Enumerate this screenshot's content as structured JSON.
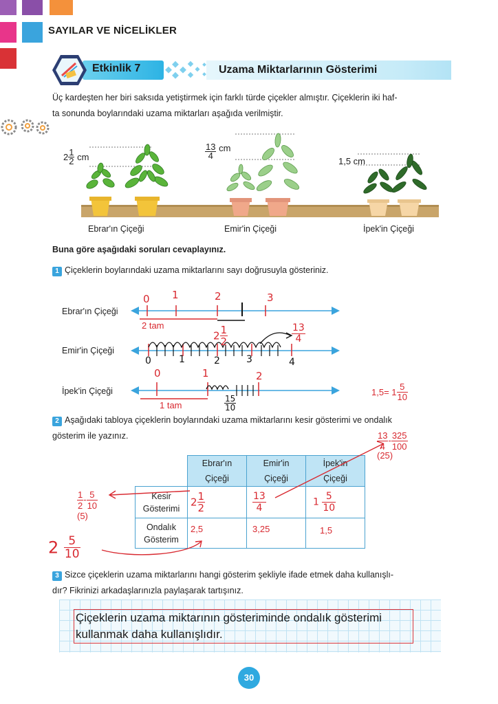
{
  "header": {
    "section_title": "SAYILAR VE NİCELİKLER",
    "color_squares": [
      "#9c5fb5",
      "#8a4fa8",
      "#f4913b",
      "#e8358a",
      "#3aa4dd",
      "#d93236"
    ]
  },
  "activity": {
    "label": "Etkinlik 7",
    "title": "Uzama Miktarlarının Gösterimi",
    "intro_line1": "Üç kardeşten her biri saksıda yetiştirmek için farklı türde çiçekler almıştır. Çiçeklerin iki haf-",
    "intro_line2": "ta sonunda boylarındaki uzama miktarları aşağıda verilmiştir."
  },
  "plants": {
    "ebrar": {
      "whole": "2",
      "num": "1",
      "den": "2",
      "unit": "cm",
      "caption": "Ebrar'ın Çiçeği"
    },
    "emir": {
      "num": "13",
      "den": "4",
      "unit": "cm",
      "caption": "Emir'in Çiçeği"
    },
    "ipek": {
      "value": "1,5 cm",
      "caption": "İpek'in Çiçeği"
    }
  },
  "instructions": "Buna göre aşağıdaki soruları cevaplayınız.",
  "q1": {
    "number": "1",
    "text": "Çiçeklerin boylarındaki uzama miktarlarını sayı doğrusuyla gösteriniz.",
    "lines": {
      "ebrar": {
        "label": "Ebrar'ın Çiçeği",
        "ticks": [
          "0",
          "1",
          "2",
          "3"
        ],
        "note": "2 tam",
        "mark_whole": "2",
        "mark_num": "1",
        "mark_den": "2"
      },
      "emir": {
        "label": "Emir'in Çiçeği",
        "ticks": [
          "0",
          "1",
          "2",
          "3",
          "4"
        ],
        "mark_num": "13",
        "mark_den": "4"
      },
      "ipek": {
        "label": "İpek'in Çiçeği",
        "ticks": [
          "0",
          "1",
          "2"
        ],
        "note": "1 tam",
        "mark_num": "15",
        "mark_den": "10",
        "equation_left": "1,5= 1",
        "equation_num": "5",
        "equation_den": "10"
      }
    }
  },
  "q2": {
    "number": "2",
    "text_line1": "Aşağıdaki tabloya çiçeklerin boylarındaki uzama miktarlarını kesir gösterimi ve ondalık",
    "text_line2": "gösterim ile yazınız.",
    "table": {
      "col1_a": "Ebrar'ın",
      "col1_b": "Çiçeği",
      "col2_a": "Emir'in",
      "col2_b": "Çiçeği",
      "col3_a": "İpek'in",
      "col3_b": "Çiçeği",
      "row1_a": "Kesir",
      "row1_b": "Gösterimi",
      "row2_a": "Ondalık",
      "row2_b": "Gösterim",
      "frac_ebrar": {
        "whole": "2",
        "num": "1",
        "den": "2"
      },
      "frac_emir": {
        "num": "13",
        "den": "4"
      },
      "frac_ipek": {
        "whole": "1",
        "num": "5",
        "den": "10"
      },
      "dec_ebrar": "2,5",
      "dec_emir": "3,25",
      "dec_ipek": "1,5"
    },
    "note_left": {
      "n1": "1",
      "d1": "2",
      "n2": "5",
      "d2": "10",
      "mult": "(5)"
    },
    "note_right": {
      "n1": "13",
      "d1": "4",
      "n2": "325",
      "d2": "100",
      "mult": "(25)"
    },
    "note_bottom": {
      "whole": "2",
      "num": "5",
      "den": "10"
    }
  },
  "q3": {
    "number": "3",
    "text_line1": "Sizce çiçeklerin uzama miktarlarını hangi gösterim şekliyle ifade etmek daha kullanışlı-",
    "text_line2": "dır? Fikrinizi arkadaşlarınızla paylaşarak tartışınız.",
    "answer_line1": "Çiçeklerin uzama miktarının gösteriminde ondalık gösterimi",
    "answer_line2": "kullanmak daha kullanışlıdır."
  },
  "page_number": "30"
}
